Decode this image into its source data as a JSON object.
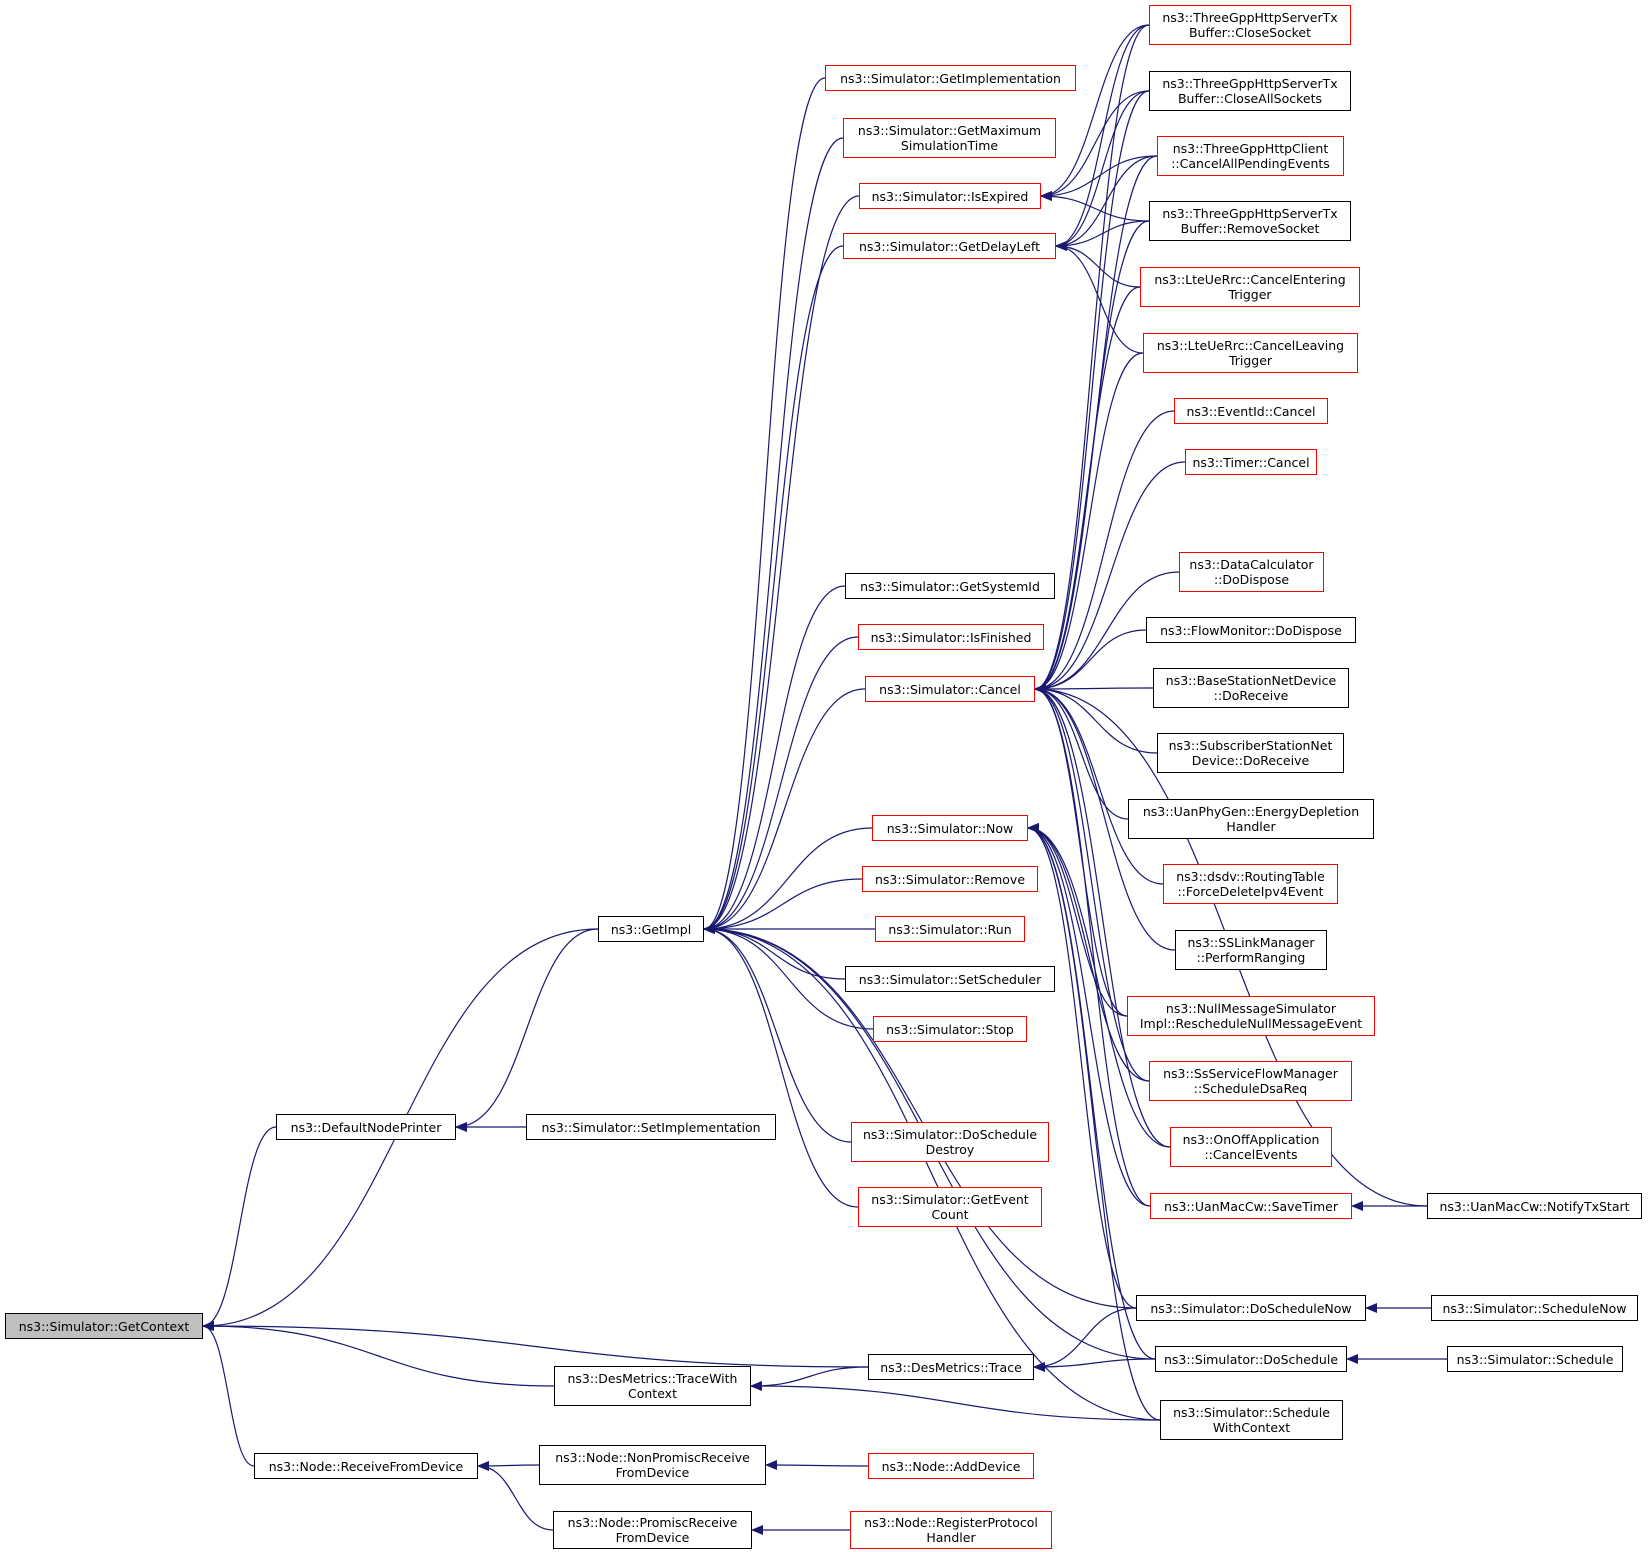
{
  "colors": {
    "edge": "#191970",
    "link_border": "#ff0000",
    "plain_border": "#000000",
    "focus_fill": "#bfbfbf"
  },
  "nodes": {
    "getcontext": {
      "label": "ns3::Simulator::GetContext",
      "style": "focus"
    },
    "defaultnodeprinter": {
      "label": "ns3::DefaultNodePrinter",
      "style": "black"
    },
    "setimplementation": {
      "label": "ns3::Simulator::SetImplementation",
      "style": "black"
    },
    "getimpl": {
      "label": "ns3::GetImpl",
      "style": "black"
    },
    "getimplementation": {
      "label": "ns3::Simulator::GetImplementation",
      "style": "red"
    },
    "getmaxsimtime": {
      "label": "ns3::Simulator::GetMaximum\nSimulationTime",
      "style": "red"
    },
    "isexpired": {
      "label": "ns3::Simulator::IsExpired",
      "style": "red"
    },
    "getdelayleft": {
      "label": "ns3::Simulator::GetDelayLeft",
      "style": "red"
    },
    "getsystemid": {
      "label": "ns3::Simulator::GetSystemId",
      "style": "black"
    },
    "isfinished": {
      "label": "ns3::Simulator::IsFinished",
      "style": "red"
    },
    "cancel": {
      "label": "ns3::Simulator::Cancel",
      "style": "red"
    },
    "now": {
      "label": "ns3::Simulator::Now",
      "style": "red"
    },
    "remove": {
      "label": "ns3::Simulator::Remove",
      "style": "red"
    },
    "run": {
      "label": "ns3::Simulator::Run",
      "style": "red"
    },
    "setscheduler": {
      "label": "ns3::Simulator::SetScheduler",
      "style": "black"
    },
    "stop": {
      "label": "ns3::Simulator::Stop",
      "style": "red"
    },
    "doscheduledestroy": {
      "label": "ns3::Simulator::DoSchedule\nDestroy",
      "style": "red"
    },
    "geteventcount": {
      "label": "ns3::Simulator::GetEvent\nCount",
      "style": "red"
    },
    "closesocket": {
      "label": "ns3::ThreeGppHttpServerTx\nBuffer::CloseSocket",
      "style": "red"
    },
    "closeallsockets": {
      "label": "ns3::ThreeGppHttpServerTx\nBuffer::CloseAllSockets",
      "style": "black"
    },
    "cancelallpending": {
      "label": "ns3::ThreeGppHttpClient\n::CancelAllPendingEvents",
      "style": "red"
    },
    "removesocket": {
      "label": "ns3::ThreeGppHttpServerTx\nBuffer::RemoveSocket",
      "style": "black"
    },
    "cancelentering": {
      "label": "ns3::LteUeRrc::CancelEntering\nTrigger",
      "style": "red"
    },
    "cancelleaving": {
      "label": "ns3::LteUeRrc::CancelLeaving\nTrigger",
      "style": "red"
    },
    "eventidcancel": {
      "label": "ns3::EventId::Cancel",
      "style": "red"
    },
    "timercancel": {
      "label": "ns3::Timer::Cancel",
      "style": "red"
    },
    "datacalcdispose": {
      "label": "ns3::DataCalculator\n::DoDispose",
      "style": "red"
    },
    "flowmondispose": {
      "label": "ns3::FlowMonitor::DoDispose",
      "style": "black"
    },
    "bsdoreceive": {
      "label": "ns3::BaseStationNetDevice\n::DoReceive",
      "style": "black"
    },
    "ssdoreceive": {
      "label": "ns3::SubscriberStationNet\nDevice::DoReceive",
      "style": "black"
    },
    "uanenergy": {
      "label": "ns3::UanPhyGen::EnergyDepletion\nHandler",
      "style": "black"
    },
    "dsdvforcedelete": {
      "label": "ns3::dsdv::RoutingTable\n::ForceDeleteIpv4Event",
      "style": "red"
    },
    "sslinkranging": {
      "label": "ns3::SSLinkManager\n::PerformRanging",
      "style": "black"
    },
    "nullmsgresched": {
      "label": "ns3::NullMessageSimulator\nImpl::RescheduleNullMessageEvent",
      "style": "red"
    },
    "ssscheduledsa": {
      "label": "ns3::SsServiceFlowManager\n::ScheduleDsaReq",
      "style": "red"
    },
    "onoffcancel": {
      "label": "ns3::OnOffApplication\n::CancelEvents",
      "style": "red"
    },
    "uansavetimer": {
      "label": "ns3::UanMacCw::SaveTimer",
      "style": "red"
    },
    "uannotifytx": {
      "label": "ns3::UanMacCw::NotifyTxStart",
      "style": "black"
    },
    "doschedulenow": {
      "label": "ns3::Simulator::DoScheduleNow",
      "style": "black"
    },
    "schedulenow": {
      "label": "ns3::Simulator::ScheduleNow",
      "style": "black"
    },
    "doschedule": {
      "label": "ns3::Simulator::DoSchedule",
      "style": "black"
    },
    "schedule": {
      "label": "ns3::Simulator::Schedule",
      "style": "black"
    },
    "schedulewithcontext": {
      "label": "ns3::Simulator::Schedule\nWithContext",
      "style": "black"
    },
    "destrace": {
      "label": "ns3::DesMetrics::Trace",
      "style": "black"
    },
    "destracewithctx": {
      "label": "ns3::DesMetrics::TraceWith\nContext",
      "style": "black"
    },
    "receivefromdevice": {
      "label": "ns3::Node::ReceiveFromDevice",
      "style": "black"
    },
    "nonpromisc": {
      "label": "ns3::Node::NonPromiscReceive\nFromDevice",
      "style": "black"
    },
    "promisc": {
      "label": "ns3::Node::PromiscReceive\nFromDevice",
      "style": "black"
    },
    "adddevice": {
      "label": "ns3::Node::AddDevice",
      "style": "red"
    },
    "registerprotocol": {
      "label": "ns3::Node::RegisterProtocol\nHandler",
      "style": "red"
    }
  },
  "edges": [
    [
      "defaultnodeprinter",
      "getcontext"
    ],
    [
      "getimpl",
      "getcontext"
    ],
    [
      "destrace",
      "getcontext"
    ],
    [
      "destracewithctx",
      "getcontext"
    ],
    [
      "receivefromdevice",
      "getcontext"
    ],
    [
      "getimpl",
      "defaultnodeprinter"
    ],
    [
      "setimplementation",
      "defaultnodeprinter"
    ],
    [
      "getimplementation",
      "getimpl"
    ],
    [
      "getmaxsimtime",
      "getimpl"
    ],
    [
      "isexpired",
      "getimpl"
    ],
    [
      "getdelayleft",
      "getimpl"
    ],
    [
      "getsystemid",
      "getimpl"
    ],
    [
      "isfinished",
      "getimpl"
    ],
    [
      "cancel",
      "getimpl"
    ],
    [
      "now",
      "getimpl"
    ],
    [
      "remove",
      "getimpl"
    ],
    [
      "run",
      "getimpl"
    ],
    [
      "setscheduler",
      "getimpl"
    ],
    [
      "stop",
      "getimpl"
    ],
    [
      "doscheduledestroy",
      "getimpl"
    ],
    [
      "geteventcount",
      "getimpl"
    ],
    [
      "doschedulenow",
      "getimpl"
    ],
    [
      "doschedule",
      "getimpl"
    ],
    [
      "schedulewithcontext",
      "getimpl"
    ],
    [
      "closesocket",
      "isexpired"
    ],
    [
      "closeallsockets",
      "isexpired"
    ],
    [
      "cancelallpending",
      "isexpired"
    ],
    [
      "removesocket",
      "isexpired"
    ],
    [
      "closesocket",
      "getdelayleft"
    ],
    [
      "closeallsockets",
      "getdelayleft"
    ],
    [
      "cancelallpending",
      "getdelayleft"
    ],
    [
      "removesocket",
      "getdelayleft"
    ],
    [
      "cancelentering",
      "getdelayleft"
    ],
    [
      "cancelleaving",
      "getdelayleft"
    ],
    [
      "closesocket",
      "cancel"
    ],
    [
      "closeallsockets",
      "cancel"
    ],
    [
      "cancelallpending",
      "cancel"
    ],
    [
      "removesocket",
      "cancel"
    ],
    [
      "cancelentering",
      "cancel"
    ],
    [
      "cancelleaving",
      "cancel"
    ],
    [
      "eventidcancel",
      "cancel"
    ],
    [
      "timercancel",
      "cancel"
    ],
    [
      "uannotifytx",
      "cancel"
    ],
    [
      "datacalcdispose",
      "cancel"
    ],
    [
      "flowmondispose",
      "cancel"
    ],
    [
      "bsdoreceive",
      "cancel"
    ],
    [
      "ssdoreceive",
      "cancel"
    ],
    [
      "uanenergy",
      "cancel"
    ],
    [
      "dsdvforcedelete",
      "cancel"
    ],
    [
      "sslinkranging",
      "cancel"
    ],
    [
      "nullmsgresched",
      "cancel"
    ],
    [
      "ssscheduledsa",
      "cancel"
    ],
    [
      "onoffcancel",
      "cancel"
    ],
    [
      "uansavetimer",
      "cancel"
    ],
    [
      "nullmsgresched",
      "now"
    ],
    [
      "ssscheduledsa",
      "now"
    ],
    [
      "onoffcancel",
      "now"
    ],
    [
      "uansavetimer",
      "now"
    ],
    [
      "doschedulenow",
      "now"
    ],
    [
      "doschedule",
      "now"
    ],
    [
      "schedulewithcontext",
      "now"
    ],
    [
      "uannotifytx",
      "uansavetimer"
    ],
    [
      "schedulenow",
      "doschedulenow"
    ],
    [
      "schedule",
      "doschedule"
    ],
    [
      "doschedulenow",
      "destrace"
    ],
    [
      "doschedule",
      "destrace"
    ],
    [
      "destrace",
      "destracewithctx"
    ],
    [
      "schedulewithcontext",
      "destracewithctx"
    ],
    [
      "nonpromisc",
      "receivefromdevice"
    ],
    [
      "promisc",
      "receivefromdevice"
    ],
    [
      "adddevice",
      "nonpromisc"
    ],
    [
      "registerprotocol",
      "promisc"
    ]
  ]
}
